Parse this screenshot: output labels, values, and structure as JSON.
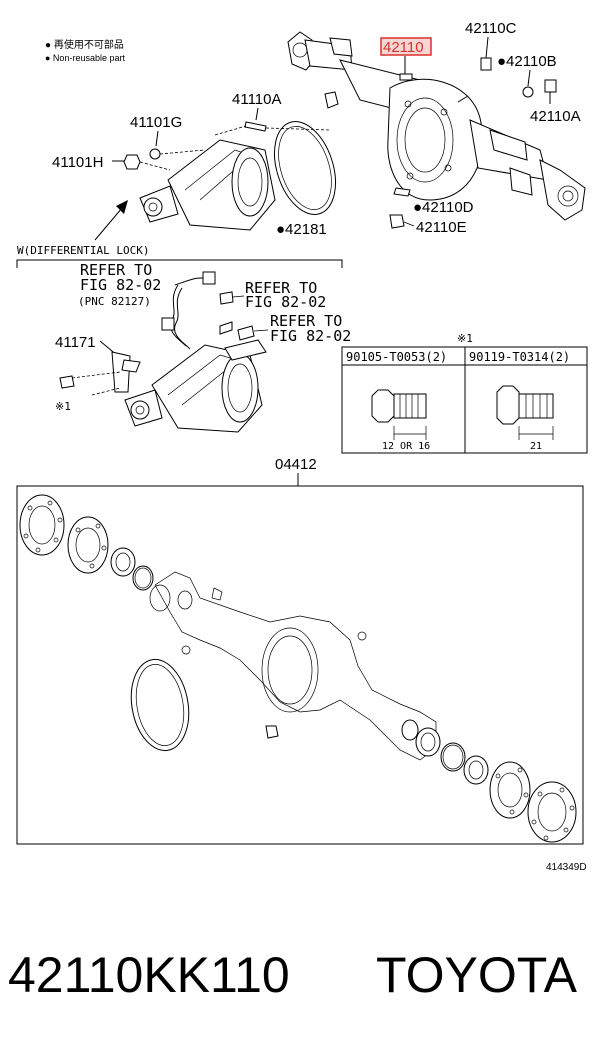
{
  "legend": {
    "line1": "● 再使用不可部品",
    "line2": "● Non-reusable part"
  },
  "labels": {
    "l42110C": "42110C",
    "l42110": "42110",
    "l42110B": "●42110B",
    "l42110A": "42110A",
    "l41110A": "41110A",
    "l41101G": "41101G",
    "l41101H": "41101H",
    "l42181": "●42181",
    "l42110D": "●42110D",
    "l42110E": "42110E",
    "l41171": "41171",
    "l04412": "04412",
    "refer1a": "REFER TO",
    "refer1b": "FIG 82-02",
    "refer1c": "(PNC 82127)",
    "refer2a": "REFER TO",
    "refer2b": "FIG 82-02",
    "refer3a": "REFER TO",
    "refer3b": "FIG 82-02",
    "section": "W(DIFFERENTIAL LOCK)",
    "mark1": "※1",
    "mark1b": "※1",
    "bolt1": "90105-T0053(2)",
    "bolt2": "90119-T0314(2)",
    "dim1": "12 OR 16",
    "dim2": "21",
    "fig": "414349D"
  },
  "footer": {
    "part_number": "42110KK110",
    "brand": "TOYOTA"
  },
  "colors": {
    "highlight": "#d9302c",
    "highlight_fill": "#f6d6d4"
  }
}
